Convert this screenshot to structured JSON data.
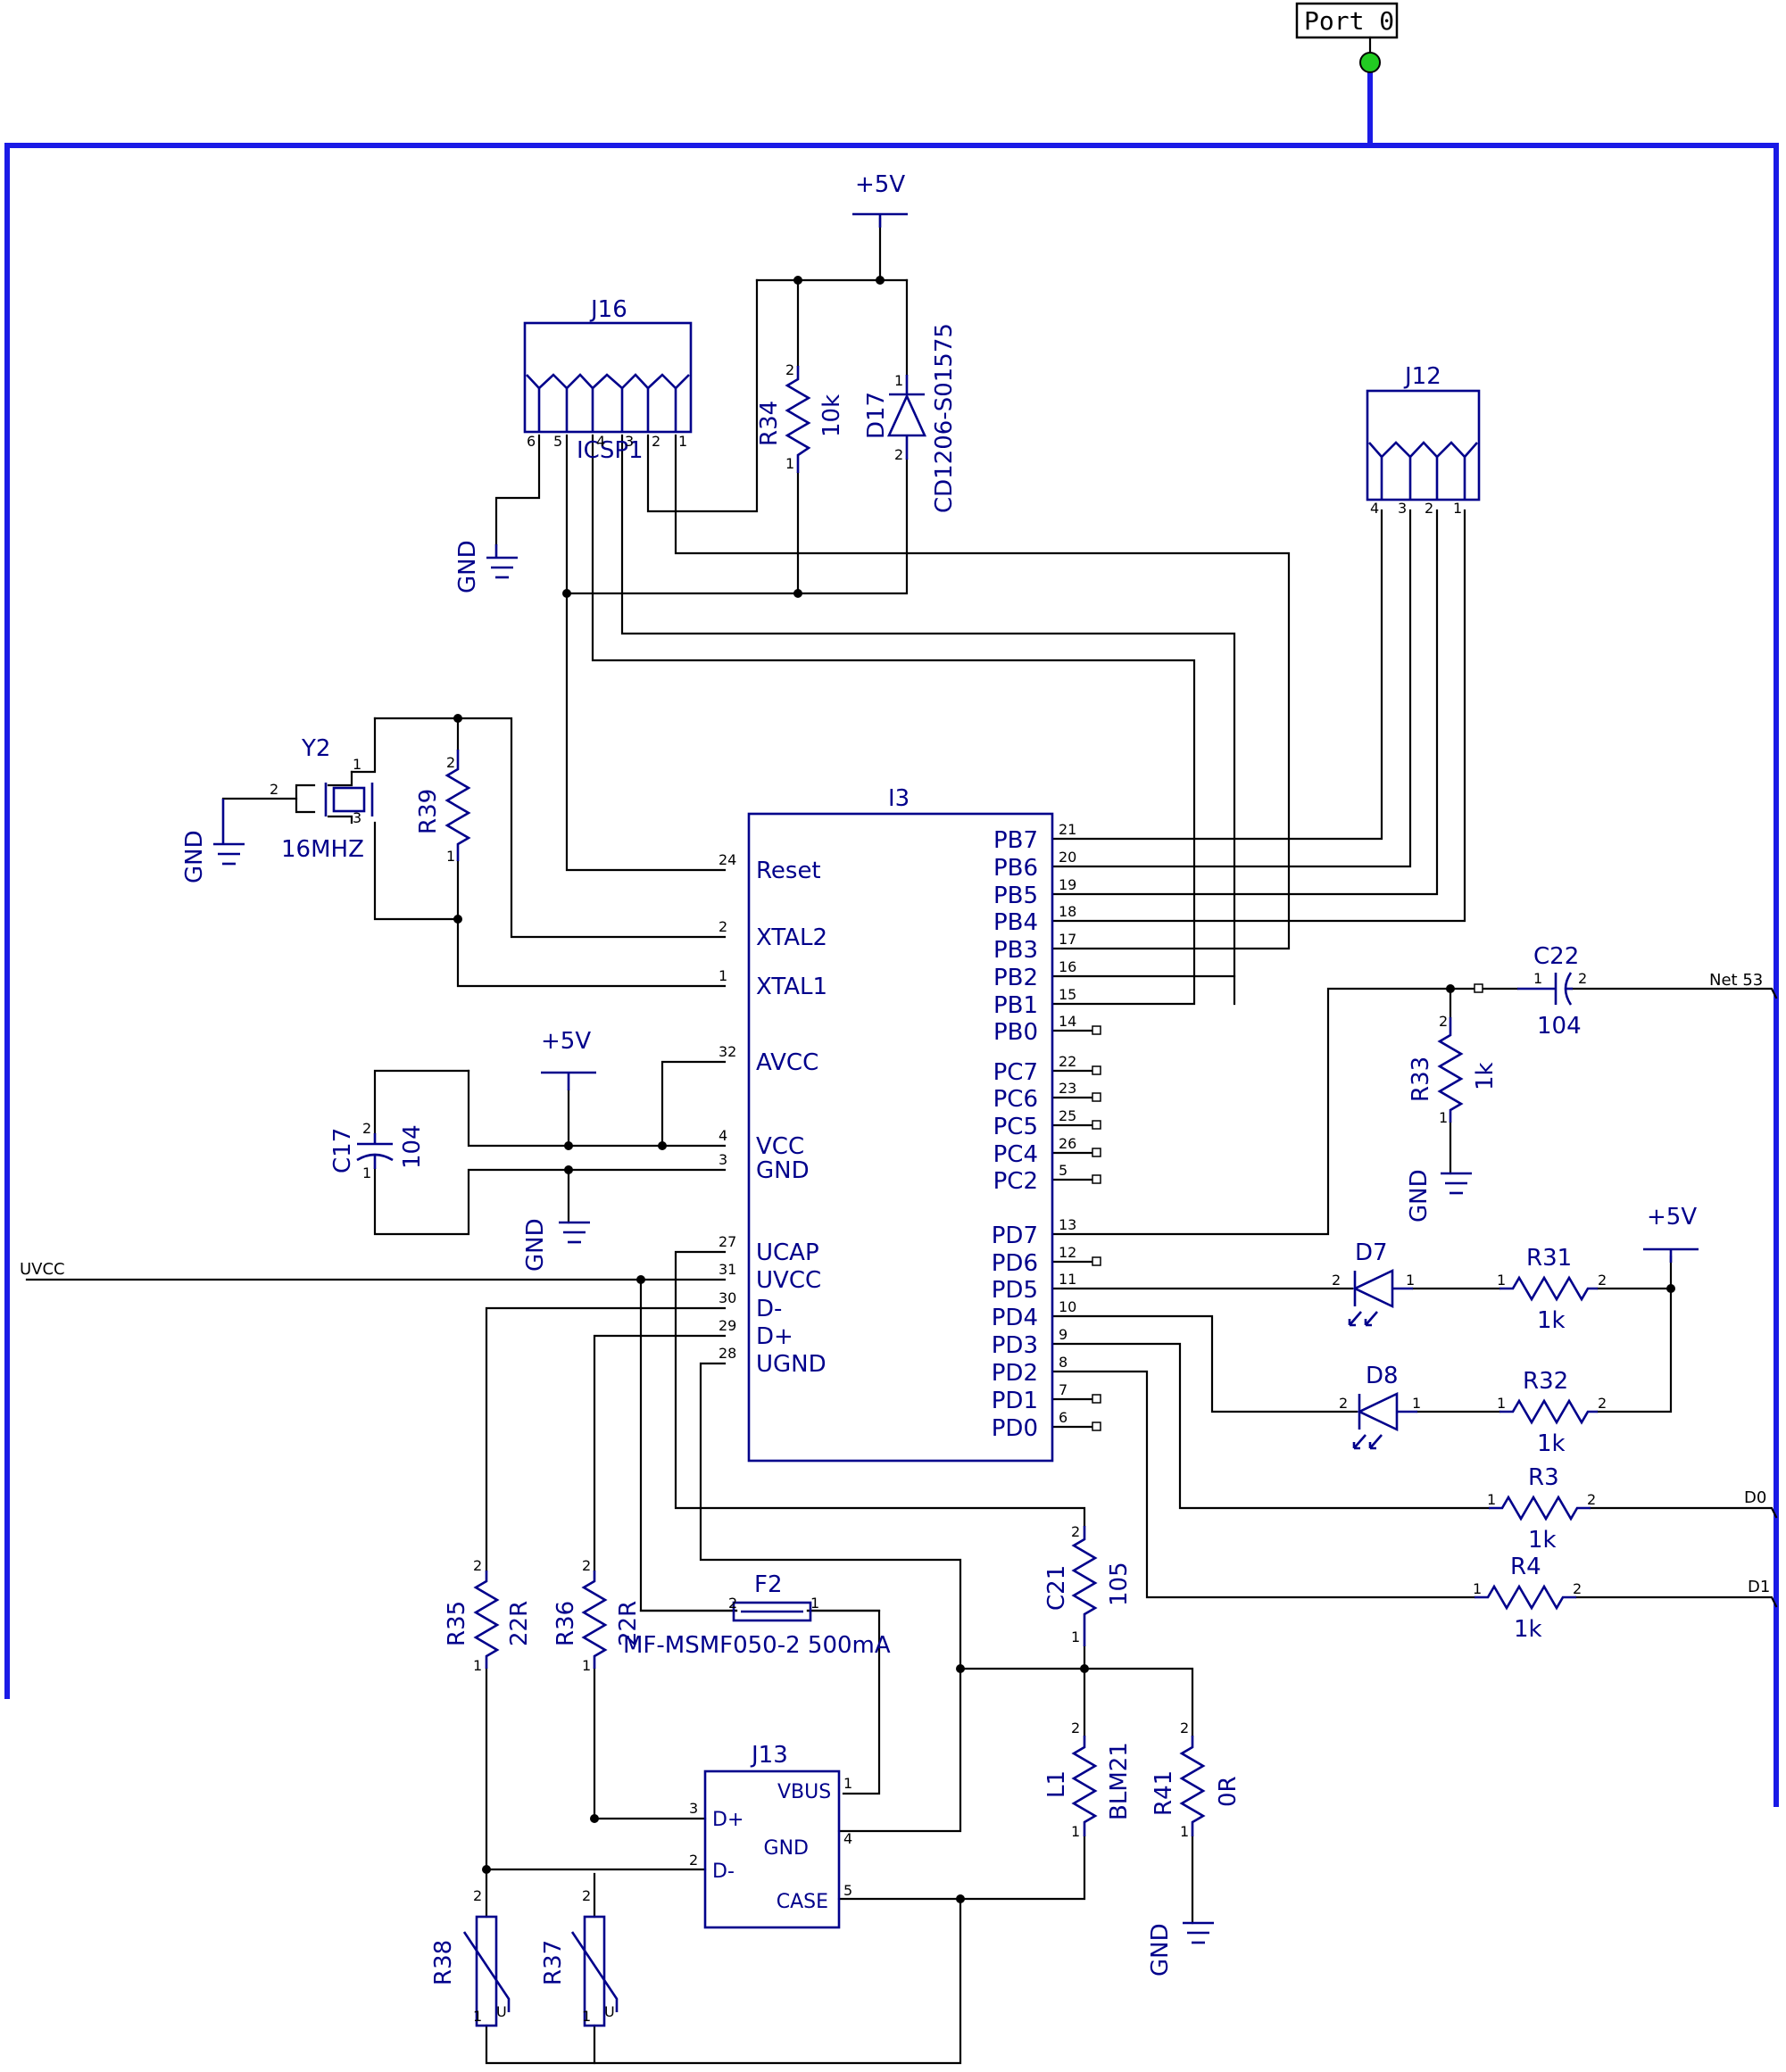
{
  "port": {
    "label": "Port 0"
  },
  "colors": {
    "wire": "#000000",
    "component": "#00008b",
    "bus": "#1a1ae6",
    "port_node": "#22cc22"
  },
  "power": {
    "vcc": "+5V",
    "gnd": "GND"
  },
  "nets": {
    "uvcc": "UVCC",
    "net53": "Net 53",
    "d0": "D0",
    "d1": "D1"
  },
  "j16": {
    "ref": "J16",
    "value": "ICSP1",
    "pins": [
      "6",
      "5",
      "4",
      "3",
      "2",
      "1"
    ]
  },
  "j12": {
    "ref": "J12",
    "pins": [
      "4",
      "3",
      "2",
      "1"
    ]
  },
  "r34": {
    "ref": "R34",
    "value": "10k"
  },
  "d17": {
    "ref": "D17",
    "value": "CD1206-S01575"
  },
  "y2": {
    "ref": "Y2",
    "value": "16MHZ"
  },
  "r39": {
    "ref": "R39"
  },
  "c17": {
    "ref": "C17",
    "value": "104"
  },
  "c22": {
    "ref": "C22",
    "value": "104"
  },
  "r33": {
    "ref": "R33",
    "value": "1k"
  },
  "d7": {
    "ref": "D7"
  },
  "d8": {
    "ref": "D8"
  },
  "r31": {
    "ref": "R31",
    "value": "1k"
  },
  "r32": {
    "ref": "R32",
    "value": "1k"
  },
  "r3": {
    "ref": "R3",
    "value": "1k"
  },
  "r4": {
    "ref": "R4",
    "value": "1k"
  },
  "r35": {
    "ref": "R35",
    "value": "22R"
  },
  "r36": {
    "ref": "R36",
    "value": "22R"
  },
  "f2": {
    "ref": "F2",
    "value": "MF-MSMF050-2 500mA"
  },
  "c21": {
    "ref": "C21",
    "value": "105"
  },
  "l1": {
    "ref": "L1",
    "value": "BLM21"
  },
  "r41": {
    "ref": "R41",
    "value": "0R"
  },
  "j13": {
    "ref": "J13",
    "pins": [
      "VBUS",
      "GND",
      "CASE",
      "D+",
      "D-"
    ]
  },
  "r38": {
    "ref": "R38"
  },
  "r37": {
    "ref": "R37"
  },
  "i3": {
    "ref": "I3",
    "left": [
      {
        "name": "Reset",
        "num": "24"
      },
      {
        "name": "XTAL2",
        "num": "2"
      },
      {
        "name": "XTAL1",
        "num": "1"
      },
      {
        "name": "AVCC",
        "num": "32"
      },
      {
        "name": "VCC",
        "num": "4"
      },
      {
        "name": "GND",
        "num": "3"
      },
      {
        "name": "UCAP",
        "num": "27"
      },
      {
        "name": "UVCC",
        "num": "31"
      },
      {
        "name": "D-",
        "num": "30"
      },
      {
        "name": "D+",
        "num": "29"
      },
      {
        "name": "UGND",
        "num": "28"
      }
    ],
    "right": [
      {
        "name": "PB7",
        "num": "21"
      },
      {
        "name": "PB6",
        "num": "20"
      },
      {
        "name": "PB5",
        "num": "19"
      },
      {
        "name": "PB4",
        "num": "18"
      },
      {
        "name": "PB3",
        "num": "17"
      },
      {
        "name": "PB2",
        "num": "16"
      },
      {
        "name": "PB1",
        "num": "15"
      },
      {
        "name": "PB0",
        "num": "14"
      },
      {
        "name": "PC7",
        "num": "22"
      },
      {
        "name": "PC6",
        "num": "23"
      },
      {
        "name": "PC5",
        "num": "25"
      },
      {
        "name": "PC4",
        "num": "26"
      },
      {
        "name": "PC2",
        "num": "5"
      },
      {
        "name": "PD7",
        "num": "13"
      },
      {
        "name": "PD6",
        "num": "12"
      },
      {
        "name": "PD5",
        "num": "11"
      },
      {
        "name": "PD4",
        "num": "10"
      },
      {
        "name": "PD3",
        "num": "9"
      },
      {
        "name": "PD2",
        "num": "8"
      },
      {
        "name": "PD1",
        "num": "7"
      },
      {
        "name": "PD0",
        "num": "6"
      }
    ]
  }
}
